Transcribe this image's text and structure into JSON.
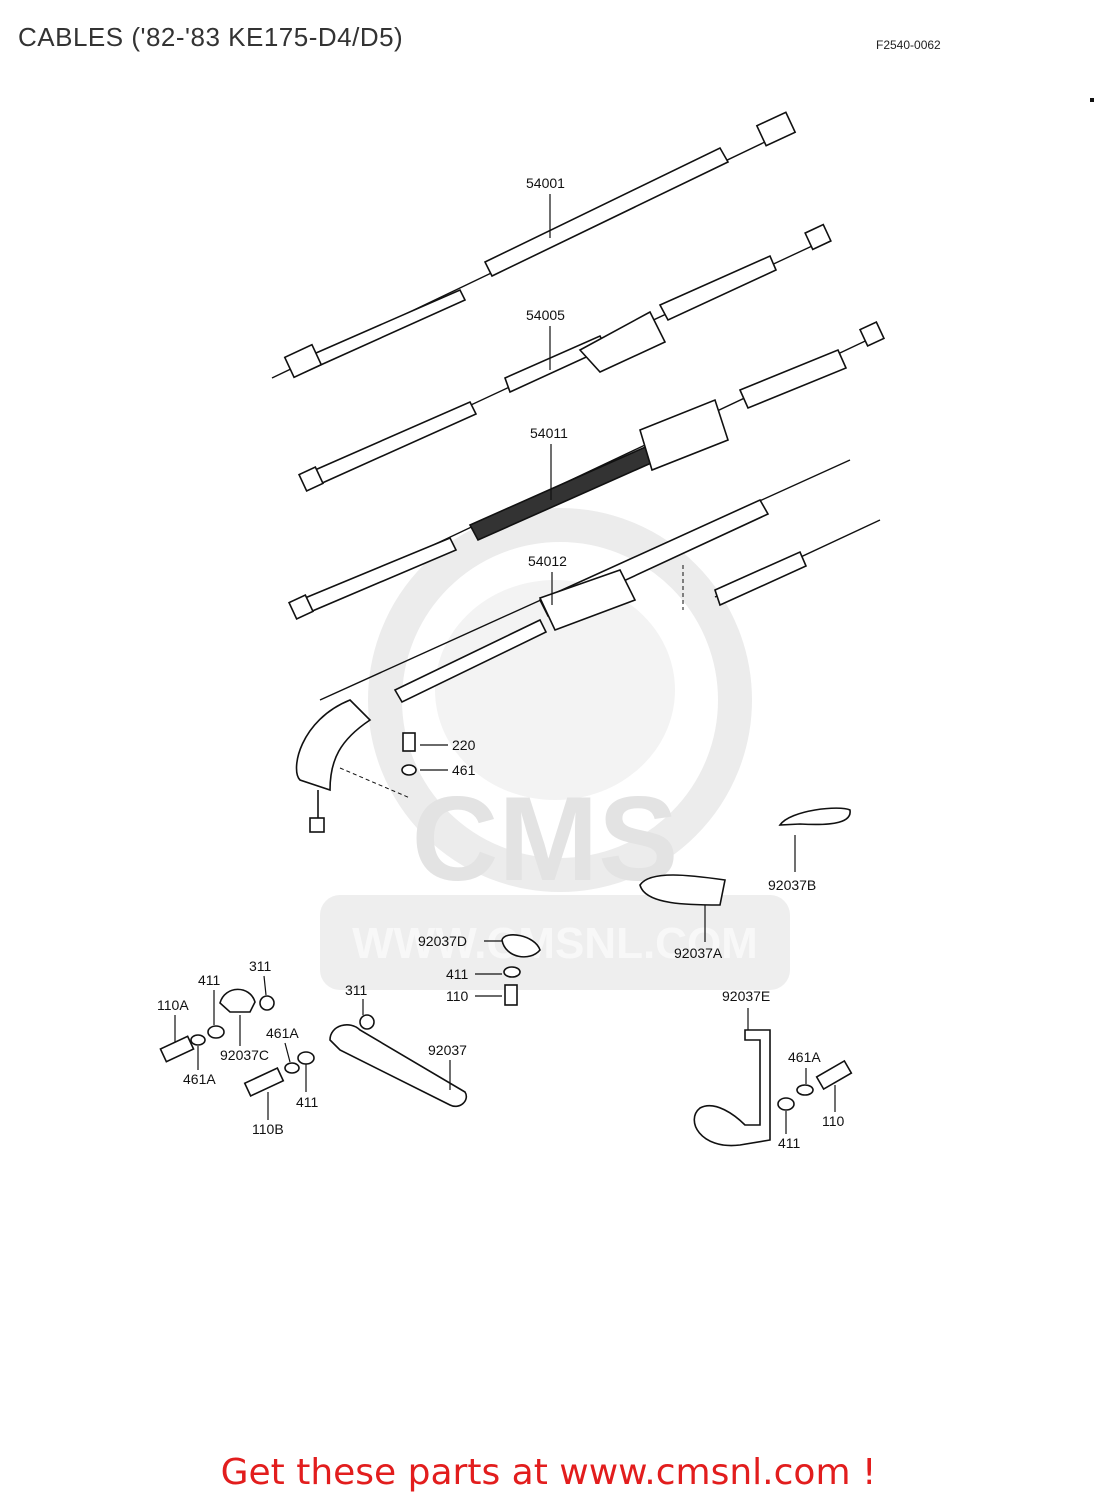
{
  "header": {
    "title": "CABLES ('82-'83 KE175-D4/D5)",
    "diagram_code": "F2540-0062"
  },
  "watermark": {
    "brand": "CMS",
    "url": "WWW.CMSNL.COM"
  },
  "parts": {
    "speedo_cable": "54001",
    "throttle_cable": "54005",
    "clutch_cable": "54011",
    "brake_cable": "54012",
    "bolt_220": "220",
    "washer_461": "461",
    "clamp_b": "92037B",
    "clamp_a": "92037A",
    "clamp_d": "92037D",
    "washer_411_center": "411",
    "bolt_110_center": "110",
    "clamp_e": "92037E",
    "washer_461a_right": "461A",
    "bolt_110_right": "110",
    "washer_411_right": "411",
    "nut_311_left": "311",
    "washer_411_left": "411",
    "bolt_110a": "110A",
    "clamp_c": "92037C",
    "washer_461a_left": "461A",
    "nut_311_mid": "311",
    "washer_461a_mid": "461A",
    "band_92037": "92037",
    "washer_411_mid": "411",
    "bolt_110b": "110B"
  },
  "footer": {
    "cta": "Get these parts at www.cmsnl.com !"
  },
  "colors": {
    "cta": "#e21d1d",
    "line": "#111111",
    "watermark": "#e6e6e6"
  }
}
